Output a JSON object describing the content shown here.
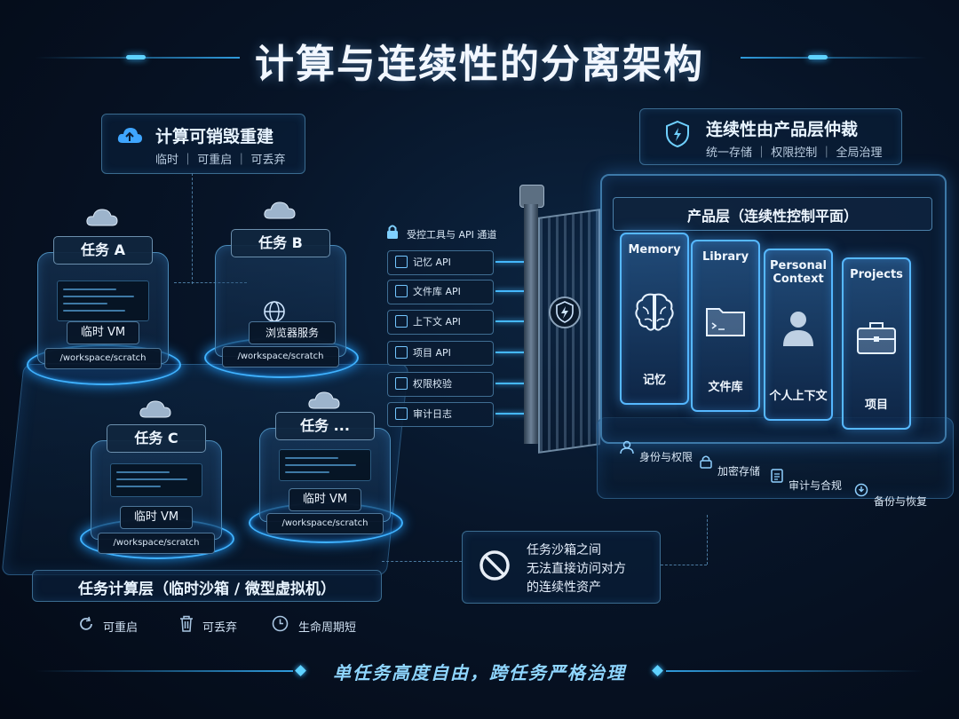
{
  "title": "计算与连续性的分离架构",
  "left_top_box": {
    "title": "计算可销毁重建",
    "subtitle": "临时 ｜ 可重启 ｜ 可丢弃"
  },
  "right_top_box": {
    "title": "连续性由产品层仲裁",
    "subtitle": "统一存储 ｜ 权限控制 ｜ 全局治理"
  },
  "tasks": [
    {
      "label": "任务 A",
      "vm": "临时 VM",
      "path": "/workspace/scratch"
    },
    {
      "label": "任务 B",
      "vm": "浏览器服务",
      "path": "/workspace/scratch"
    },
    {
      "label": "任务 C",
      "vm": "临时 VM",
      "path": "/workspace/scratch"
    },
    {
      "label": "任务 ...",
      "vm": "临时 VM",
      "path": "/workspace/scratch"
    }
  ],
  "compute_layer_label": "任务计算层（临时沙箱 / 微型虚拟机）",
  "compute_features": [
    "可重启",
    "可丢弃",
    "生命周期短"
  ],
  "api_channel_title": "受控工具与 API 通道",
  "apis": [
    "记忆 API",
    "文件库 API",
    "上下文 API",
    "项目 API",
    "权限校验",
    "审计日志"
  ],
  "product_layer": {
    "title": "产品层（连续性控制平面）",
    "cards": [
      {
        "en": "Memory",
        "cn": "记忆",
        "icon": "brain-icon"
      },
      {
        "en": "Library",
        "cn": "文件库",
        "icon": "folder-icon"
      },
      {
        "en": "Personal\nContext",
        "cn": "个人上下文",
        "icon": "person-icon"
      },
      {
        "en": "Projects",
        "cn": "项目",
        "icon": "briefcase-icon"
      }
    ],
    "features": [
      "身份与权限",
      "加密存储",
      "审计与合规",
      "备份与恢复"
    ]
  },
  "isolation_note": [
    "任务沙箱之间",
    "无法直接访问对方",
    "的连续性资产"
  ],
  "footer": "单任务高度自由，跨任务严格治理",
  "colors": {
    "accent": "#45b8ff",
    "background": "#071427"
  }
}
